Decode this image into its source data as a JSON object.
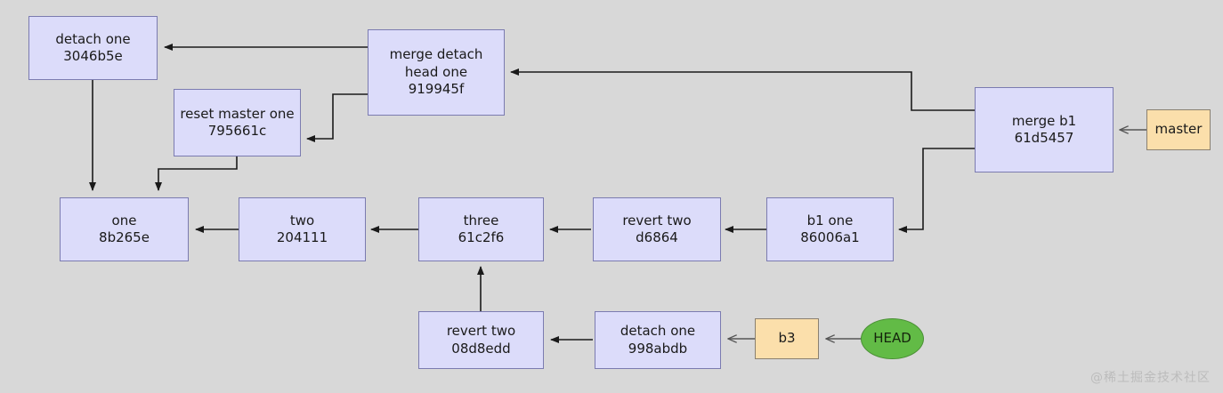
{
  "diagram": {
    "kind": "git-commit-graph",
    "background_color": "#d8d8d8",
    "commit_fill": "#dcdcfa",
    "commit_stroke": "#7b7bb0",
    "ref_fill": "#fbdfab",
    "ref_stroke": "#8a8070",
    "head_fill": "#62bb46",
    "head_stroke": "#4a8f35",
    "edge_color": "#1a1a1a"
  },
  "commits": [
    {
      "id": "detach-one-3046b5e",
      "message": "detach one",
      "hash": "3046b5e"
    },
    {
      "id": "merge-detach-head-one",
      "message": "merge detach",
      "message2": "head one",
      "hash": "919945f"
    },
    {
      "id": "reset-master-one",
      "message": "reset master one",
      "hash": "795661c"
    },
    {
      "id": "merge-b1",
      "message": "merge b1",
      "hash": "61d5457"
    },
    {
      "id": "one",
      "message": "one",
      "hash": "8b265e"
    },
    {
      "id": "two",
      "message": "two",
      "hash": "204111"
    },
    {
      "id": "three",
      "message": "three",
      "hash": "61c2f6"
    },
    {
      "id": "revert-two-d6864",
      "message": "revert two",
      "hash": "d6864"
    },
    {
      "id": "b1-one",
      "message": "b1 one",
      "hash": "86006a1"
    },
    {
      "id": "revert-two-08d8edd",
      "message": "revert two",
      "hash": "08d8edd"
    },
    {
      "id": "detach-one-998abdb",
      "message": "detach one",
      "hash": "998abdb"
    }
  ],
  "refs": [
    {
      "id": "master",
      "label": "master"
    },
    {
      "id": "b3",
      "label": "b3"
    }
  ],
  "head": {
    "label": "HEAD"
  },
  "watermark": {
    "text": "@稀土掘金技术社区"
  }
}
